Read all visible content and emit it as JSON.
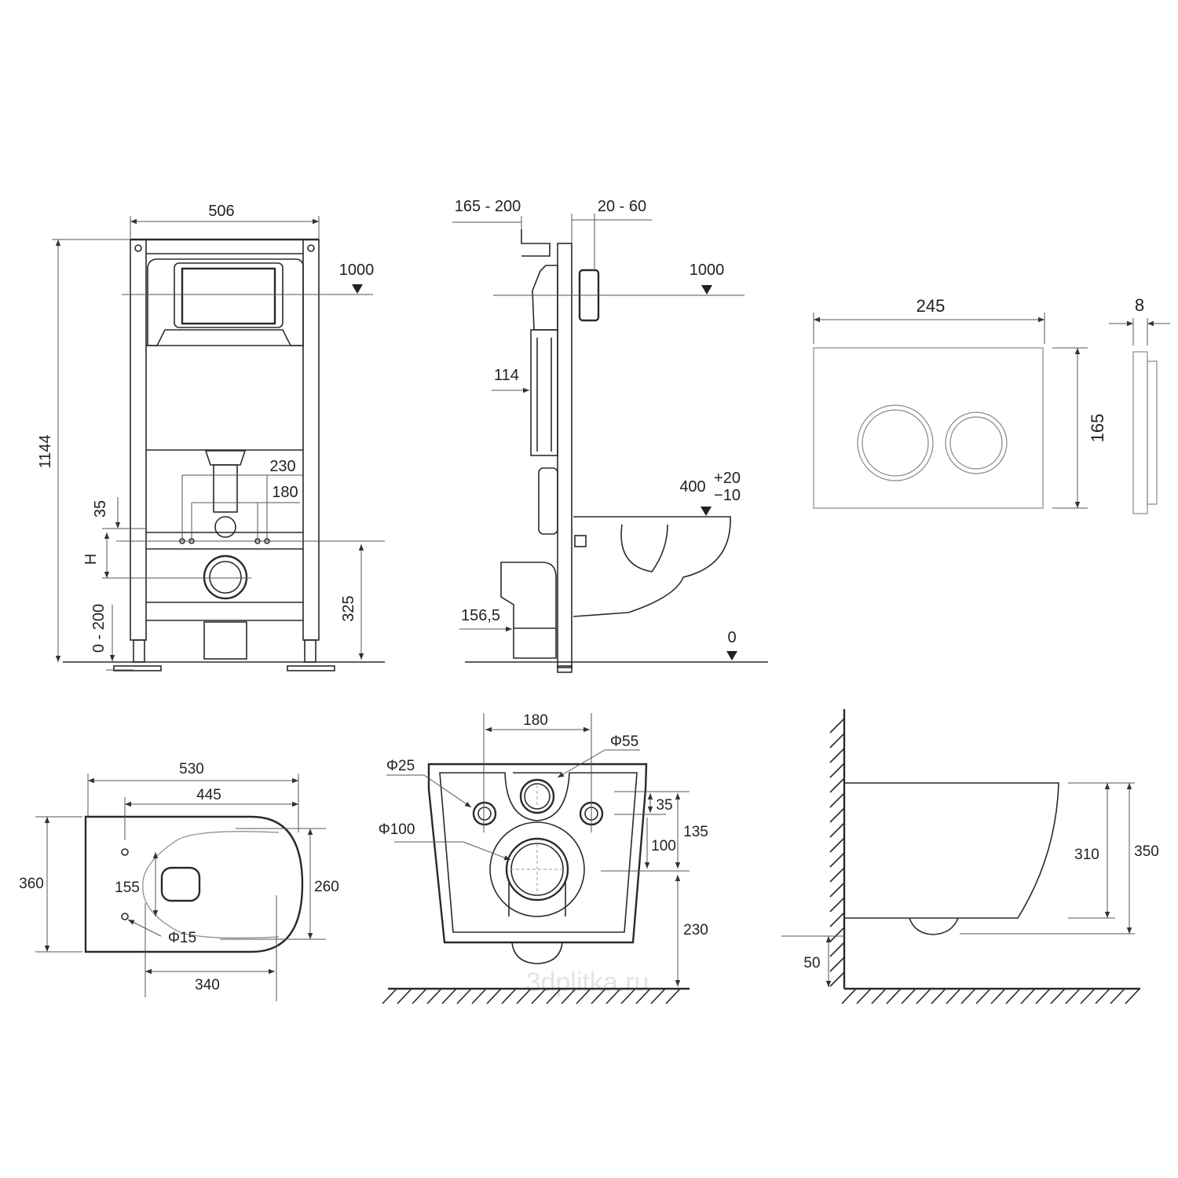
{
  "frame_view": {
    "width": "506",
    "height": "1144",
    "level": "1000",
    "d230": "230",
    "d180": "180",
    "d35": "35",
    "h": "H",
    "d325": "325",
    "adjust": "0 - 200"
  },
  "side_view": {
    "depth": "165 - 200",
    "wall": "20 - 60",
    "level": "1000",
    "d114": "114",
    "bowl_height": "400",
    "tol_plus": "+20",
    "tol_minus": "−10",
    "d156": "156,5",
    "floor": "0"
  },
  "flush_plate": {
    "width": "245",
    "thickness": "8",
    "height": "165"
  },
  "bowl_top": {
    "length": "530",
    "d445": "445",
    "width": "360",
    "d155": "155",
    "d260": "260",
    "hole": "Φ15",
    "d340": "340"
  },
  "bowl_back": {
    "d180": "180",
    "phi55": "Φ55",
    "phi25": "Φ25",
    "phi100": "Φ100",
    "d35": "35",
    "d135": "135",
    "d100": "100",
    "d230": "230",
    "watermark": "3dplitka.ru"
  },
  "bowl_side": {
    "d310": "310",
    "d350": "350",
    "d50": "50"
  }
}
